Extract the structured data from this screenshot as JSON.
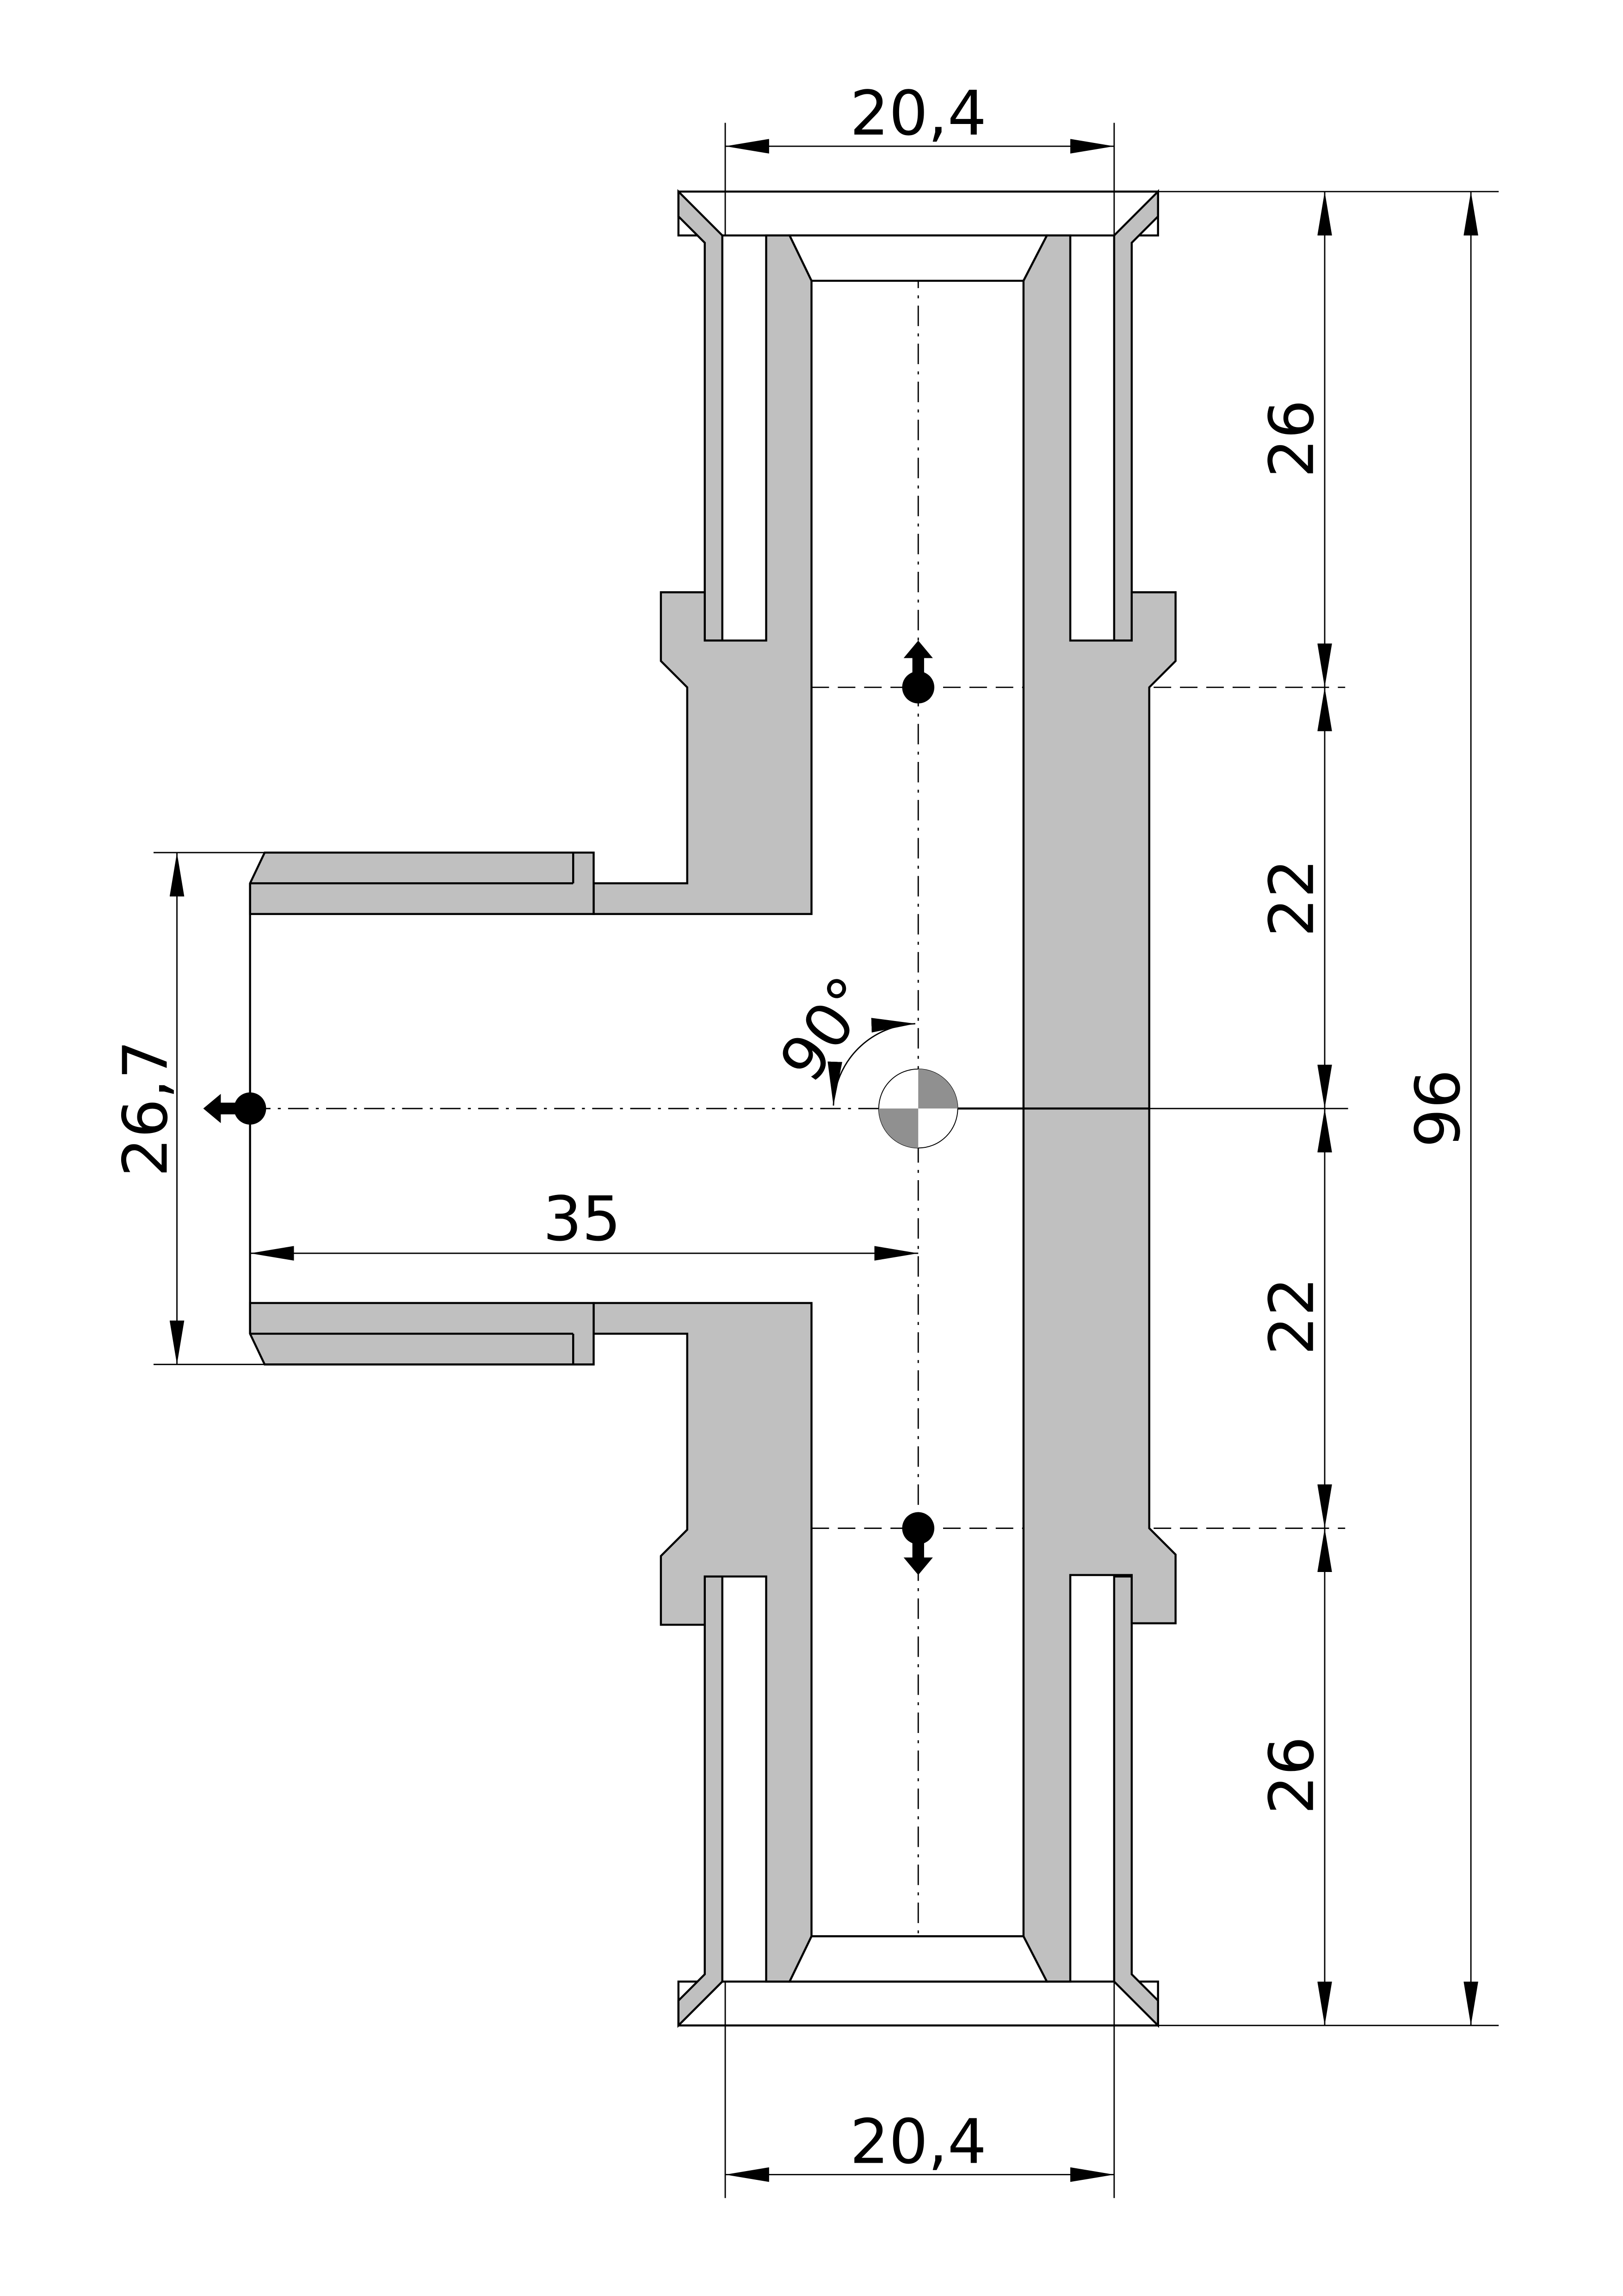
{
  "drawing": {
    "title": "T-fitting technical drawing",
    "dimensions": {
      "top_width": "20,4",
      "bottom_width": "20,4",
      "upper_socket": "26",
      "upper_mid": "22",
      "lower_mid": "22",
      "lower_socket": "26",
      "total_height": "96",
      "branch_diameter": "26,7",
      "branch_length": "35",
      "angle": "90°"
    },
    "colors": {
      "fill": "#c0c0c0",
      "line": "#000000",
      "center_mark": "#909090"
    }
  }
}
